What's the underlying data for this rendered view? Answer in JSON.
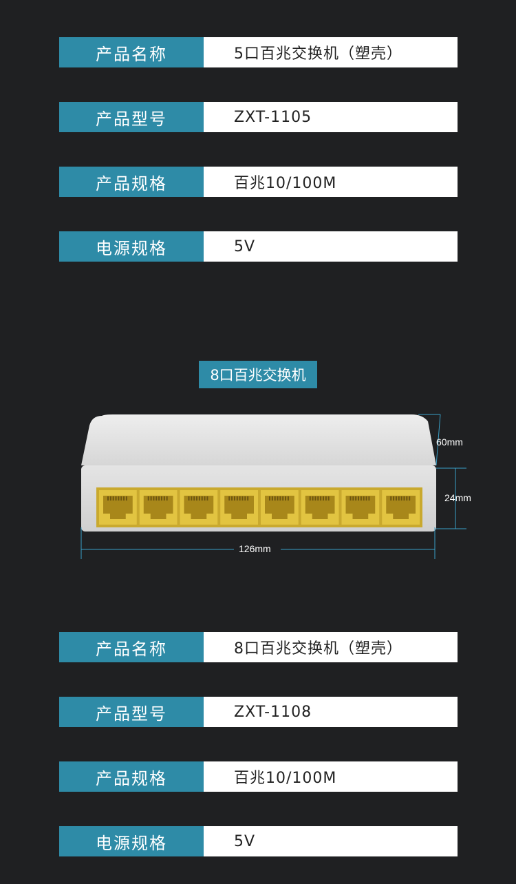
{
  "section1": {
    "rows": [
      {
        "label": "产品名称",
        "value": "5口百兆交换机（塑壳）"
      },
      {
        "label": "产品型号",
        "value": "ZXT-1105"
      },
      {
        "label": "产品规格",
        "value": "百兆10/100M"
      },
      {
        "label": "电源规格",
        "value": "5V"
      }
    ]
  },
  "product": {
    "title": "8口百兆交换机",
    "ports": 8,
    "dims": {
      "depth": "60mm",
      "height": "24mm",
      "width": "126mm"
    },
    "colors": {
      "accent": "#2e8ba7",
      "background": "#1f2022",
      "port": "#e2c441"
    }
  },
  "section2": {
    "rows": [
      {
        "label": "产品名称",
        "value": "8口百兆交换机（塑壳）"
      },
      {
        "label": "产品型号",
        "value": "ZXT-1108"
      },
      {
        "label": "产品规格",
        "value": "百兆10/100M"
      },
      {
        "label": "电源规格",
        "value": "5V"
      }
    ]
  }
}
